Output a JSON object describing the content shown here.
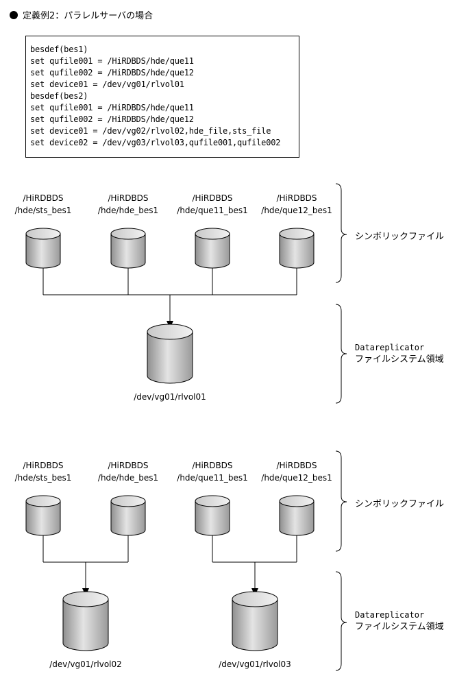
{
  "title": "定義例2：パラレルサーバの場合",
  "code_lines": [
    "besdef(bes1)",
    "set qufile001 = /HiRDBDS/hde/que11",
    "set qufile002 = /HiRDBDS/hde/que12",
    "set device01 = /dev/vg01/rlvol01",
    "besdef(bes2)",
    "set qufile001 = /HiRDBDS/hde/que11",
    "set qufile002 = /HiRDBDS/hde/que12",
    "set device01 = /dev/vg02/rlvol02,hde_file,sts_file",
    "set device02 = /dev/vg03/rlvol03,qufile001,qufile002"
  ],
  "diagram1": {
    "symbolic_files": [
      {
        "line1": "/HiRDBDS",
        "line2": "/hde/sts_bes1"
      },
      {
        "line1": "/HiRDBDS",
        "line2": "/hde/hde_bes1"
      },
      {
        "line1": "/HiRDBDS",
        "line2": "/hde/que11_bes1"
      },
      {
        "line1": "/HiRDBDS",
        "line2": "/hde/que12_bes1"
      }
    ],
    "volume": "/dev/vg01/rlvol01",
    "label_symbolic": "シンボリックファイル",
    "label_area_line1": "Datareplicator",
    "label_area_line2": "ファイルシステム領域"
  },
  "diagram2": {
    "symbolic_files": [
      {
        "line1": "/HiRDBDS",
        "line2": "/hde/sts_bes1"
      },
      {
        "line1": "/HiRDBDS",
        "line2": "/hde/hde_bes1"
      },
      {
        "line1": "/HiRDBDS",
        "line2": "/hde/que11_bes1"
      },
      {
        "line1": "/HiRDBDS",
        "line2": "/hde/que12_bes1"
      }
    ],
    "volumes": [
      "/dev/vg01/rlvol02",
      "/dev/vg01/rlvol03"
    ],
    "label_symbolic": "シンボリックファイル",
    "label_area_line1": "Datareplicator",
    "label_area_line2": "ファイルシステム領域"
  }
}
